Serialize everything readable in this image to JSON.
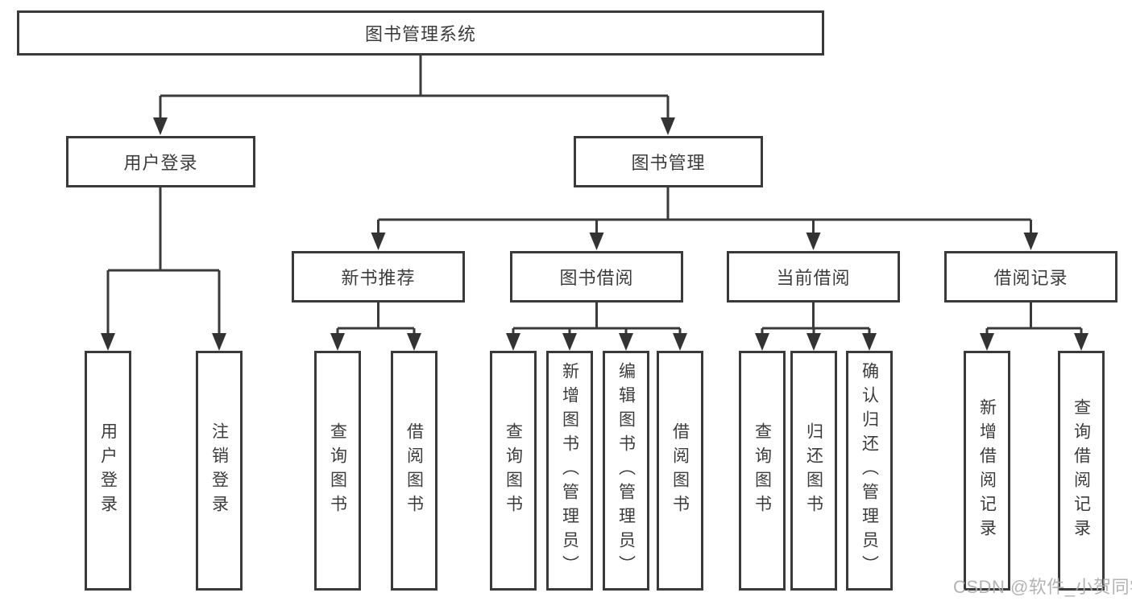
{
  "root": {
    "label": "图书管理系统"
  },
  "level1": [
    {
      "label": "用户登录"
    },
    {
      "label": "图书管理"
    }
  ],
  "level2": [
    {
      "label": "新书推荐"
    },
    {
      "label": "图书借阅"
    },
    {
      "label": "当前借阅"
    },
    {
      "label": "借阅记录"
    }
  ],
  "leaves": {
    "login": [
      {
        "label": "用户登录"
      },
      {
        "label": "注销登录"
      }
    ],
    "newbooks": [
      {
        "label": "查询图书"
      },
      {
        "label": "借阅图书"
      }
    ],
    "borrow": [
      {
        "label": "查询图书"
      },
      {
        "label": "新增图书（管理员）"
      },
      {
        "label": "编辑图书（管理员）"
      },
      {
        "label": "借阅图书"
      }
    ],
    "current": [
      {
        "label": "查询图书"
      },
      {
        "label": "归还图书"
      },
      {
        "label": "确认归还（管理员）"
      }
    ],
    "records": [
      {
        "label": "新增借阅记录"
      },
      {
        "label": "查询借阅记录"
      }
    ]
  },
  "watermark": "CSDN @软件_小贺同学",
  "colors": {
    "line": "#3a3a3a",
    "text": "#3c3c3c",
    "background": "#ffffff",
    "watermark": "#acacac"
  }
}
